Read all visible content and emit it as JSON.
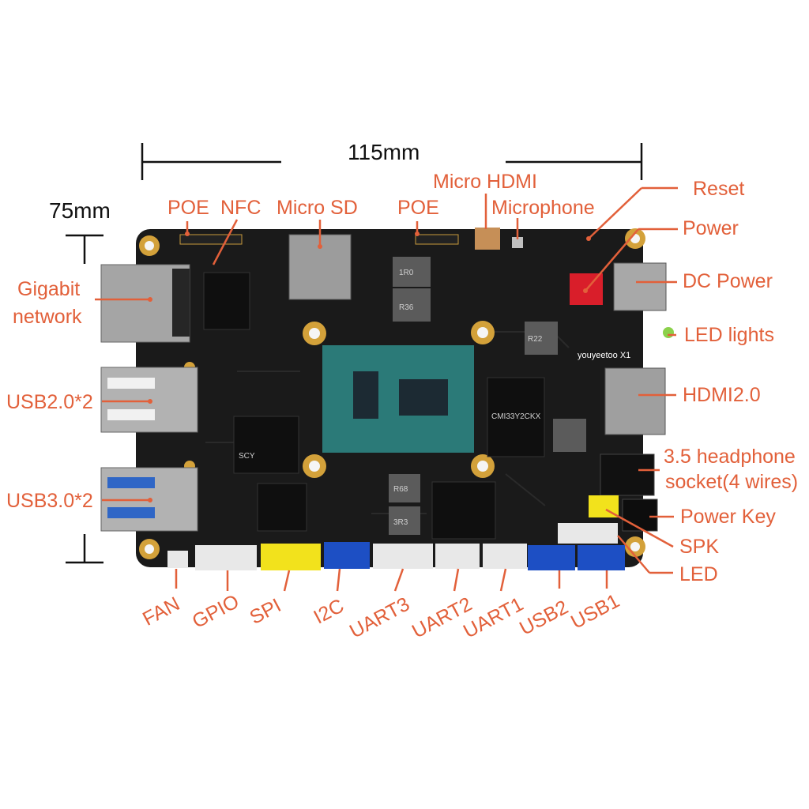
{
  "dimensions": {
    "width_label": "115mm",
    "height_label": "75mm"
  },
  "colors": {
    "label": "#e2603a",
    "pcb": "#1a1a1a",
    "connector_white": "#e8e8e8",
    "connector_yellow": "#f2e21c",
    "connector_blue": "#1d4fc4",
    "power_connector_red": "#d91e2a",
    "mount_hole_gold": "#d3a13a",
    "soc_teal": "#2b7a78"
  },
  "board": {
    "brand_text": "youyeetoo X1",
    "chip_markings": [
      "R36",
      "1R0",
      "R22",
      "R68",
      "3R3",
      "SCY",
      "CMI33Y2CKX"
    ]
  },
  "labels": {
    "top": {
      "poe_left": "POE",
      "nfc": "NFC",
      "micro_sd": "Micro SD",
      "poe_right": "POE",
      "micro_hdmi": "Micro HDMI",
      "microphone": "Microphone"
    },
    "left": {
      "gigabit": [
        "Gigabit",
        "network"
      ],
      "usb2": "USB2.0*2",
      "usb3": "USB3.0*2"
    },
    "right": {
      "reset": "Reset",
      "power": "Power",
      "dc_power": "DC Power",
      "led_lights": "LED lights",
      "hdmi": "HDMI2.0",
      "headphone": [
        "3.5 headphone",
        "socket(4 wires)"
      ],
      "power_key": "Power Key",
      "spk": "SPK",
      "led": "LED"
    },
    "bottom": {
      "fan": "FAN",
      "gpio": "GPIO",
      "spi": "SPI",
      "i2c": "I2C",
      "uart3": "UART3",
      "uart2": "UART2",
      "uart1": "UART1",
      "usb2": "USB2",
      "usb1": "USB1"
    }
  }
}
